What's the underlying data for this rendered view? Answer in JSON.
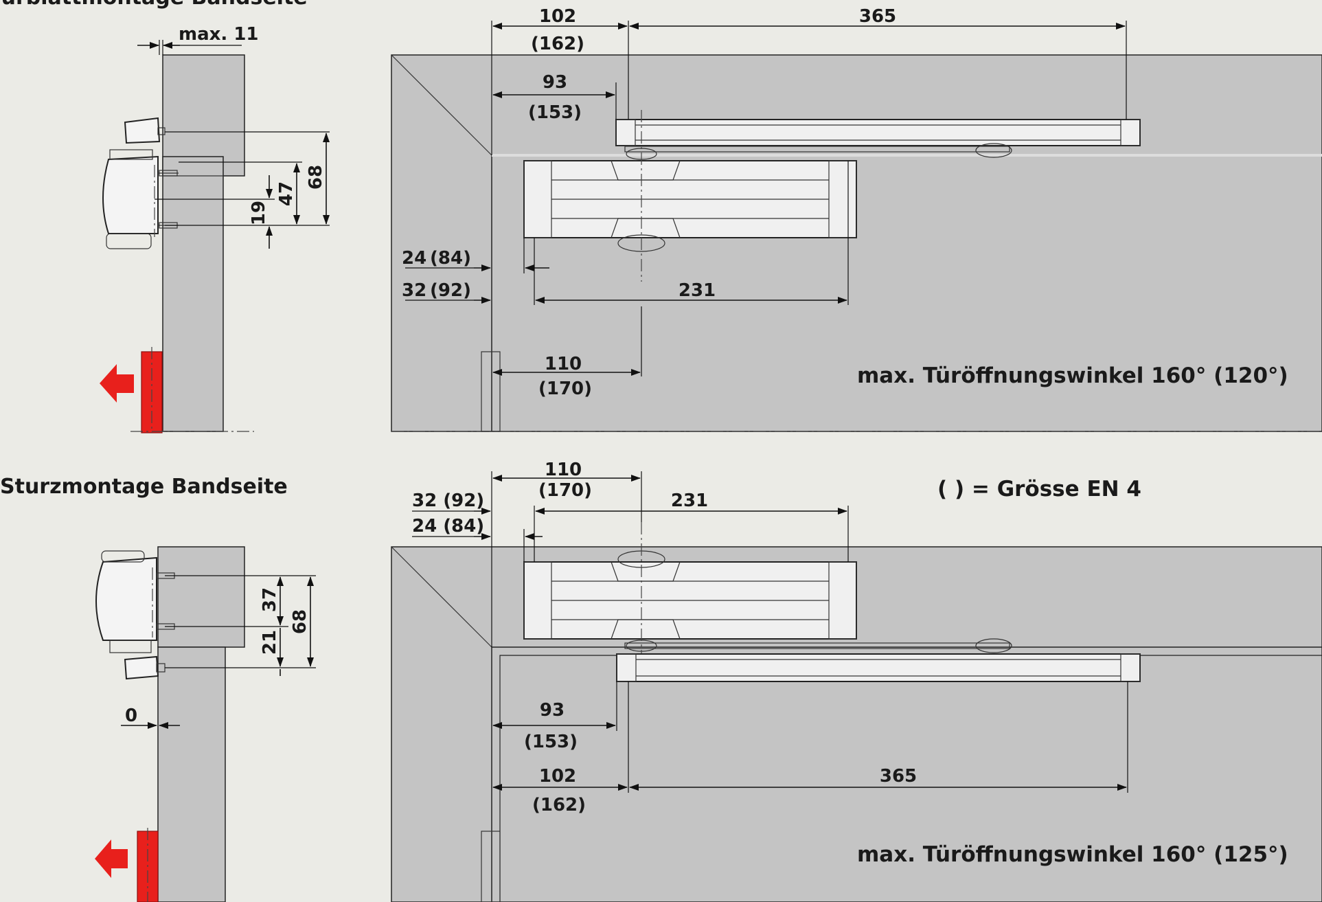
{
  "titles": {
    "top": "Türblattmontage Bandseite",
    "bottom": "Sturzmontage Bandseite"
  },
  "legend": "( ) = Grösse EN 4",
  "notes": {
    "top_angle": "max. Türöffnungswinkel 160° (120°)",
    "bottom_angle": "max. Türöffnungswinkel 160° (125°)"
  },
  "top_side": {
    "gap": "max. 11",
    "d19": "19",
    "d47": "47",
    "d68": "68"
  },
  "top_plan": {
    "d102": "102",
    "d162": "(162)",
    "d365": "365",
    "d93": "93",
    "d153": "(153)",
    "d24": "24",
    "d84": "(84)",
    "d32": "32",
    "d92": "(92)",
    "d231": "231",
    "d110": "110",
    "d170": "(170)"
  },
  "bottom_side": {
    "d37": "37",
    "d21": "21",
    "d68": "68",
    "d0": "0"
  },
  "bottom_plan": {
    "d110": "110",
    "d170": "(170)",
    "d32": "32 (92)",
    "d24": "24 (84)",
    "d231": "231",
    "d93": "93",
    "d153": "(153)",
    "d102": "102",
    "d162": "(162)",
    "d365": "365"
  },
  "colors": {
    "background": "#ebebe6",
    "wall": "#c4c4c4",
    "closer": "#f0f0f0",
    "arrow": "#e8201c"
  }
}
